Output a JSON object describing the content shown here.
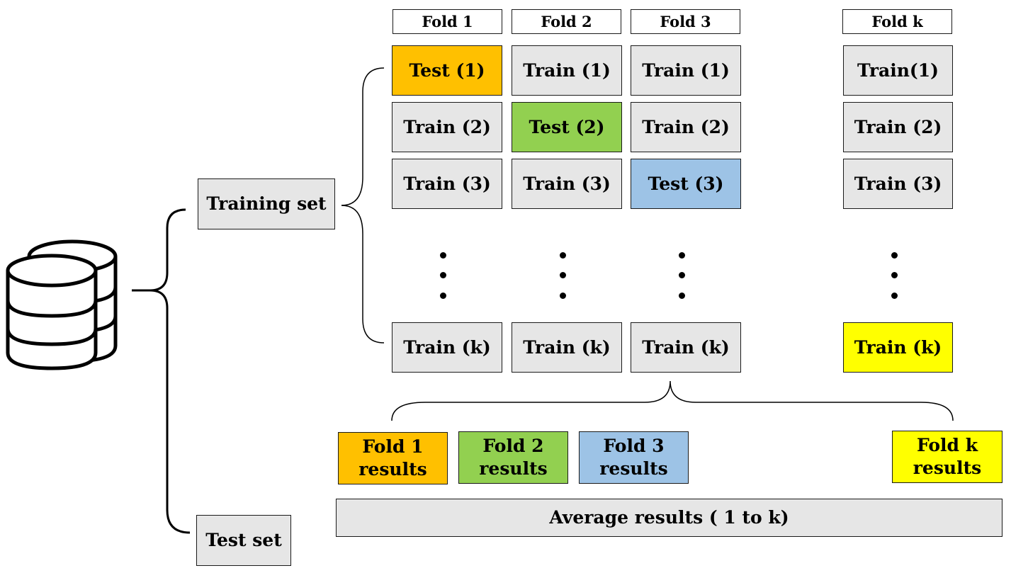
{
  "colors": {
    "test1": "#ffc000",
    "test2": "#92d050",
    "test3": "#9dc3e6",
    "testk": "#ffff00",
    "train": "#e6e6e6"
  },
  "icons": {
    "dataset": "database-stack-icon"
  },
  "labels": {
    "training_set": "Training set",
    "test_set": "Test set",
    "average": "Average results ( 1 to k)"
  },
  "fold_headers": [
    "Fold 1",
    "Fold 2",
    "Fold 3",
    "Fold k"
  ],
  "grid": [
    [
      "Test (1)",
      "Train (1)",
      "Train (1)",
      "Train(1)"
    ],
    [
      "Train (2)",
      "Test (2)",
      "Train (2)",
      "Train (2)"
    ],
    [
      "Train (3)",
      "Train (3)",
      "Test (3)",
      "Train (3)"
    ],
    [
      "Train (k)",
      "Train (k)",
      "Train (k)",
      "Train (k)"
    ]
  ],
  "results": [
    {
      "line1": "Fold 1",
      "line2": "results"
    },
    {
      "line1": "Fold 2",
      "line2": "results"
    },
    {
      "line1": "Fold 3",
      "line2": "results"
    },
    {
      "line1": "Fold k",
      "line2": "results"
    }
  ]
}
